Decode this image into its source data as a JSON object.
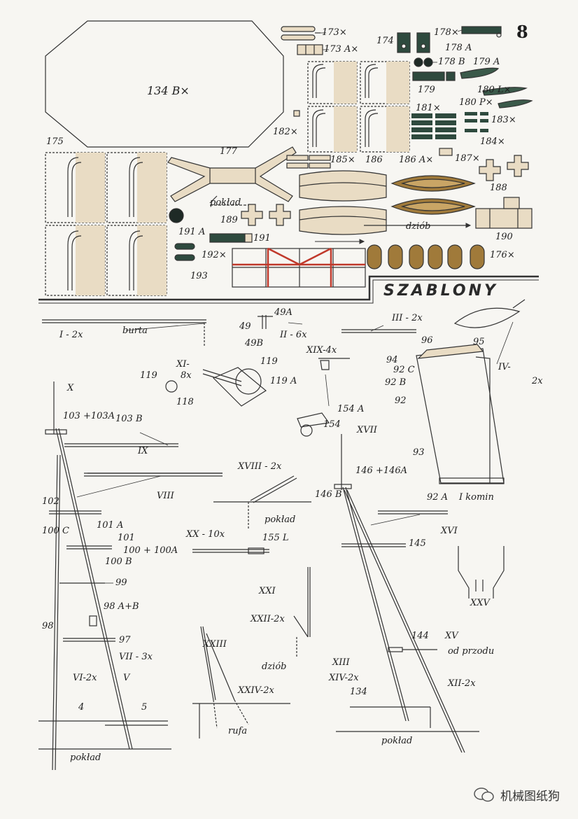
{
  "page_number": "8",
  "section_title": "SZABLONY",
  "watermark": {
    "text": "机械图纸狗",
    "icon": "chat-bubble-icon"
  },
  "colors": {
    "paper": "#f7f6f2",
    "tan": "#e9dcc4",
    "dark_green": "#2e4a3e",
    "red": "#c0392b",
    "line": "#333333",
    "boat": "#a07a3a"
  },
  "parts_top": {
    "p134B": "134 B×",
    "p173": "173×",
    "p173A": "173 A×",
    "p174": "174",
    "p175": "175",
    "p177": "177",
    "poklad_177": "pokład",
    "p178": "178×",
    "p178A": "178 A",
    "p178B": "178 B",
    "p179": "179",
    "p179A": "179 A",
    "p180L": "180 L×",
    "p180P": "180 P×",
    "p181": "181×",
    "p182": "182×",
    "p183": "183×",
    "p184": "184×",
    "p185": "185×",
    "p186": "186",
    "p186A": "186 A×",
    "p187": "187×",
    "p188": "188",
    "p189": "189",
    "p190": "190",
    "p191": "191",
    "p191A": "191 A",
    "p192": "192×",
    "p193": "193",
    "p176": "176×",
    "dziob_top": "dziób"
  },
  "templates": {
    "I": "I - 2x",
    "burta": "burta",
    "p49A": "49A",
    "p49": "49",
    "p49B": "49B",
    "II": "II - 6x",
    "III": "III - 2x",
    "IV": "IV-",
    "IV2x": "2x",
    "XIX": "XIX-4x",
    "p96": "96",
    "p95": "95",
    "p94": "94",
    "p92C": "92 C",
    "p92B": "92 B",
    "p92": "92",
    "p93": "93",
    "p92A": "92 A",
    "Ikomin": "I komin",
    "XI": "XI-",
    "XI8x": "8x",
    "p119": "119",
    "p119b": "119",
    "p119A": "119 A",
    "p118": "118",
    "X": "X",
    "p103": "103 +103A",
    "p103B": "103 B",
    "IX": "IX",
    "p154A": "154 A",
    "p154": "154",
    "XVII": "XVII",
    "p146": "146 +146A",
    "p146B": "146 B",
    "VIII": "VIII",
    "XVIII": "XVIII - 2x",
    "poklad_mid": "pokład",
    "p102": "102",
    "p100C": "100 C",
    "p101A": "101 A",
    "p101": "101",
    "p100": "100 + 100A",
    "p100B": "100 B",
    "XX": "XX - 10x",
    "p155L": "155 L",
    "p145": "145",
    "XVI": "XVI",
    "p99": "99",
    "XXI": "XXI",
    "XXII": "XXII-2x",
    "XXV": "XXV",
    "p98AB": "98 A+B",
    "p98": "98",
    "p97": "97",
    "VII": "VII - 3x",
    "XXIII": "XXIII",
    "dziob_low": "dziób",
    "p144": "144",
    "XV": "XV",
    "odprzodu": "od przodu",
    "XIII": "XIII",
    "XIV": "XIV-2x",
    "XII": "XII-2x",
    "VI": "VI-2x",
    "V": "V",
    "XXIV": "XXIV-2x",
    "p134": "134",
    "p4": "4",
    "p5": "5",
    "ryfa": "rufa",
    "poklad_right": "pokład",
    "poklad_left": "pokład"
  }
}
